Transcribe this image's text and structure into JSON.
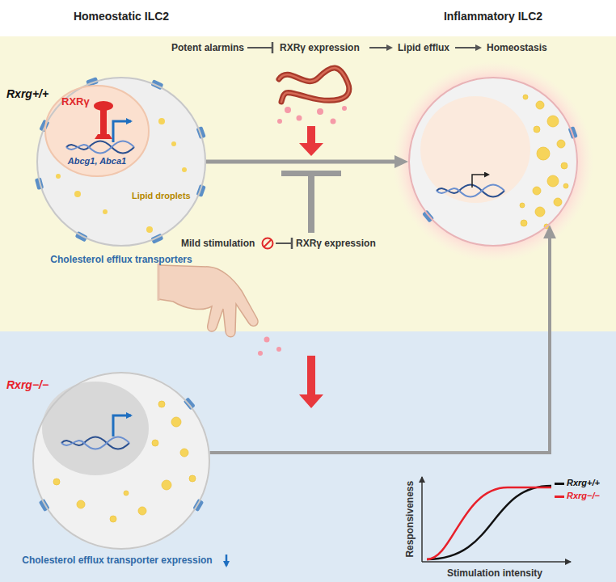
{
  "diagram": {
    "nodes": [
      {
        "text": [
          "Rxrg+/+"
        ]
      },
      {
        "text": [
          "Homeostatic ILC2",
          "Lipid droplets",
          "Cholesterol efflux transporters"
        ],
        "in": 0
      },
      {
        "text": [
          "RXRγ",
          "Abcg1, Abca1"
        ],
        "in": 1
      },
      {
        "text": [
          "Inflammatory ILC2"
        ],
        "in": 0
      },
      {
        "text": [
          "Rxrg−/−"
        ]
      },
      {
        "text": [
          "Cholesterol efflux transporter expression"
        ],
        "in": 4
      }
    ],
    "edges": [
      {
        "from": 1,
        "to": 3,
        "arrow": "to"
      },
      {
        "from": 5,
        "to": 3,
        "arrow": "to"
      }
    ],
    "labels": [
      "Potent alarmins",
      "RXRγ expression",
      "Lipid efflux",
      "Homeostasis",
      "Mild stimulation",
      "RXRγ expression",
      "Responsiveness",
      "Stimulation intensity"
    ],
    "legend": [
      {
        "text": "Rxrg+/+",
        "color": "#111111"
      },
      {
        "text": "Rxrg−/−",
        "color": "#e8202a"
      }
    ]
  }
}
